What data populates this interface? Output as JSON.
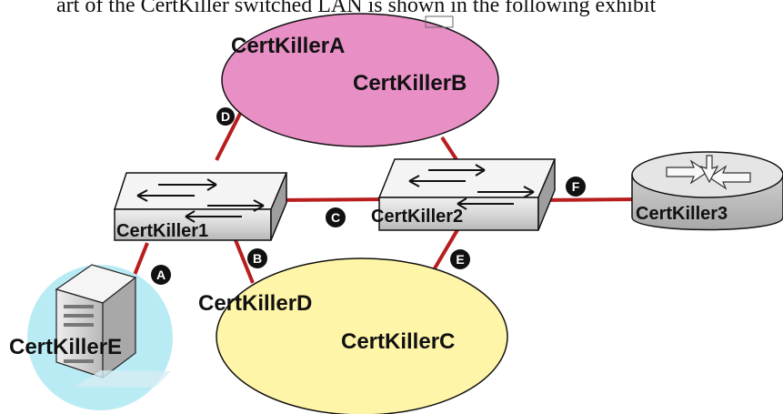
{
  "caption": "art of the CertKiller switched LAN is shown in the following exhibit",
  "lans": {
    "top": {
      "fill": "#e88fc5",
      "labels": [
        "CertKillerA",
        "CertKillerB"
      ]
    },
    "bottom": {
      "fill": "#fff5a8",
      "labels": [
        "CertKillerD",
        "CertKillerC"
      ]
    },
    "server_bubble": {
      "fill": "#b9ebf4"
    }
  },
  "devices": {
    "switch_1": "CertKiller1",
    "switch_2": "CertKiller2",
    "router_3": "CertKiller3",
    "server_e": "CertKillerE"
  },
  "links": {
    "A": "A",
    "B": "B",
    "C": "C",
    "D": "D",
    "E": "E",
    "F": "F"
  },
  "colors": {
    "link": "#b91d1d",
    "device_face": "#d8d8d8",
    "device_dark": "#8a8a8a",
    "marker": "#111111"
  }
}
